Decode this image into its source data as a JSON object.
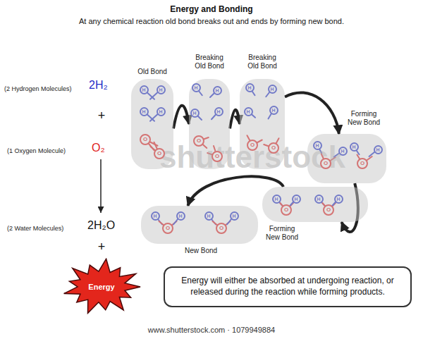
{
  "diagram": {
    "title": "Energy and Bonding",
    "nodes": [
      {
        "text": [
          "Old Bond"
        ]
      },
      {
        "text": [
          "Breaking Old Bond"
        ]
      },
      {
        "text": [
          "Breaking Old Bond"
        ]
      },
      {
        "text": [
          "Forming New Bond"
        ]
      },
      {
        "text": [
          "Forming New Bond"
        ]
      },
      {
        "text": [
          "New Bond"
        ]
      },
      {
        "text": [
          "Energy"
        ]
      },
      {
        "text": [
          "Energy will either be absorbed at undergoing reaction, or released during the reaction while forming products."
        ]
      }
    ],
    "edges": [
      {
        "from": 0,
        "to": 1,
        "arrow": "to"
      },
      {
        "from": 1,
        "to": 2,
        "arrow": "to"
      },
      {
        "from": 2,
        "to": 3,
        "arrow": "to"
      },
      {
        "from": 3,
        "to": 4,
        "arrow": "to"
      },
      {
        "from": 4,
        "to": 5,
        "arrow": "to"
      }
    ],
    "labels": [
      "At any chemical reaction old bond breaks out and ends by forming new bond.",
      "(2 Hydrogen Molecules)",
      "2H₂",
      "+",
      "(1 Oxygen Molecule)",
      "O₂",
      "(2 Water Molecules)",
      "2H₂O",
      "+",
      "shutterstock",
      "www.shutterstock.com · 1079949884",
      "H",
      "H",
      "H",
      "H",
      "O",
      "O",
      "H",
      "H",
      "H",
      "H",
      "O",
      "O",
      "H",
      "H",
      "H",
      "H",
      "O",
      "O",
      "H",
      "O",
      "H",
      "H",
      "O",
      "H",
      "H",
      "O",
      "H",
      "H",
      "O",
      "H",
      "H",
      "O",
      "H",
      "H",
      "O",
      "H"
    ]
  }
}
